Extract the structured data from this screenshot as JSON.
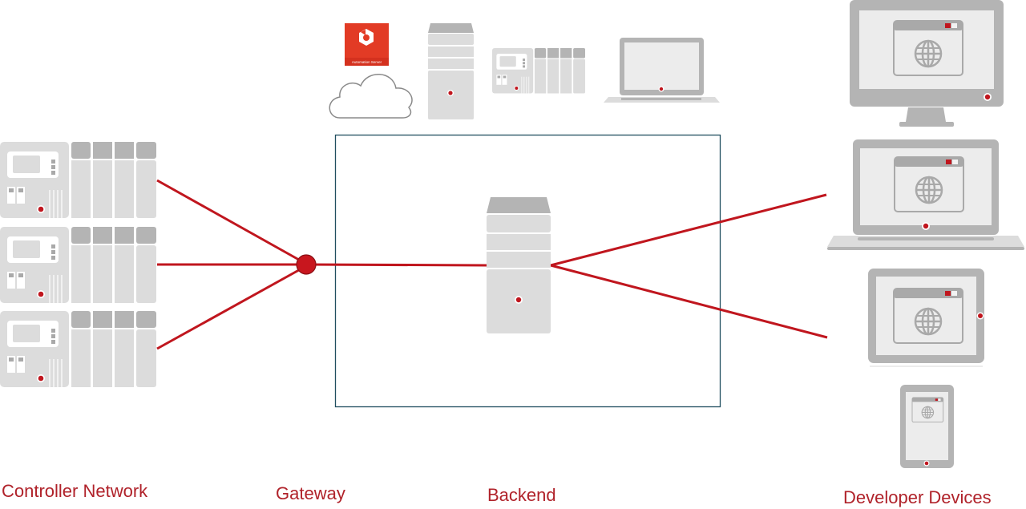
{
  "colors": {
    "accent": "#c0161e",
    "device_light": "#dcdcdc",
    "device_mid": "#b4b4b4",
    "device_dark": "#a9a9a9",
    "screen": "#ececec",
    "frame_line": "#1f4e5f",
    "cloud_stroke": "#8a8a8a",
    "logo_bg": "#e23b25"
  },
  "labels": {
    "controller_network": "Controller Network",
    "gateway": "Gateway",
    "backend": "Backend",
    "developer_devices": "Developer Devices"
  },
  "backend_options": {
    "cloud_logo_caption": "Automation Server",
    "items": [
      "Automation Server cloud",
      "Tower server",
      "Controller",
      "Laptop"
    ]
  },
  "controllers": [
    "Controller 1",
    "Controller 2",
    "Controller 3"
  ],
  "developer_devices": [
    "Desktop monitor",
    "Laptop",
    "Tablet",
    "Phone"
  ]
}
